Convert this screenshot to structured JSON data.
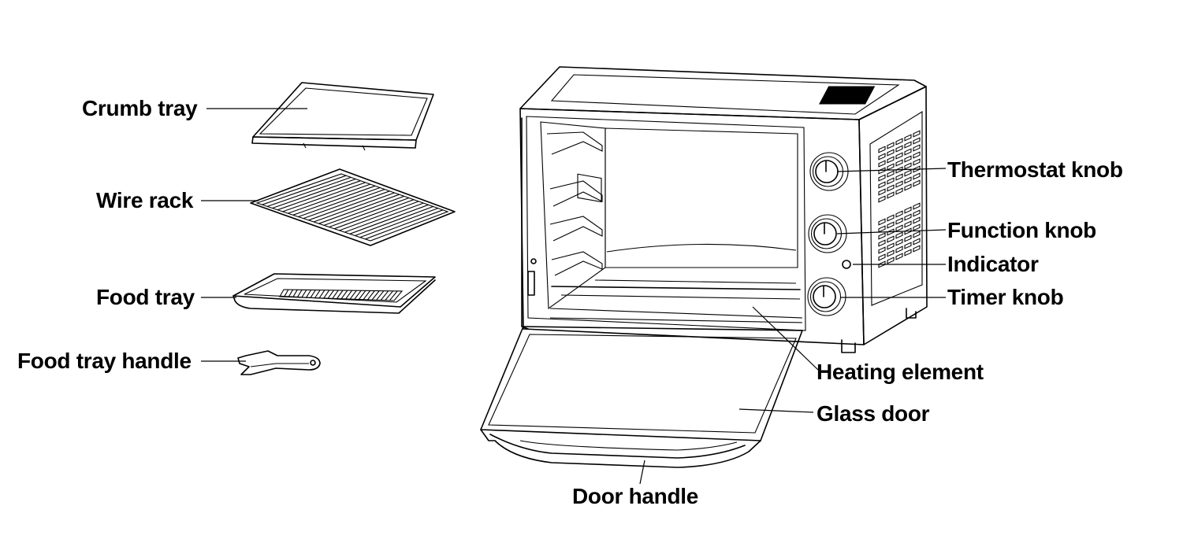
{
  "labels": {
    "crumb_tray": "Crumb tray",
    "wire_rack": "Wire rack",
    "food_tray": "Food tray",
    "food_tray_handle": "Food tray handle",
    "thermostat_knob": "Thermostat knob",
    "function_knob": "Function knob",
    "indicator": "Indicator",
    "timer_knob": "Timer knob",
    "heating_element": "Heating element",
    "glass_door": "Glass door",
    "door_handle": "Door handle"
  },
  "colors": {
    "line": "#000000",
    "background": "#ffffff"
  }
}
